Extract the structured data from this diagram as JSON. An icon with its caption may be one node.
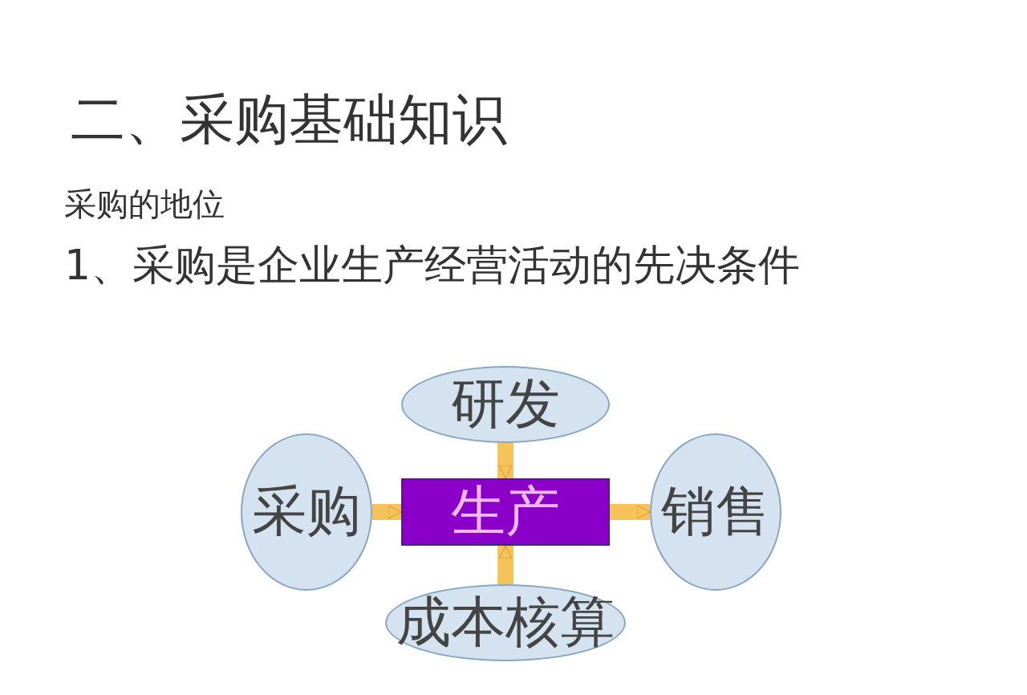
{
  "diagram": {
    "title": "二、采购基础知识",
    "nodes": [
      {
        "text": [
          "研发"
        ]
      },
      {
        "text": [
          "采购"
        ]
      },
      {
        "text": [
          "生产"
        ]
      },
      {
        "text": [
          "销售"
        ]
      },
      {
        "text": [
          "成本核算"
        ]
      }
    ],
    "edges": [
      {
        "from": 0,
        "to": 2,
        "arrow": "to"
      },
      {
        "from": 1,
        "to": 2,
        "arrow": "to"
      },
      {
        "from": 2,
        "to": 3,
        "arrow": "to"
      },
      {
        "from": 4,
        "to": 2,
        "arrow": "to"
      }
    ],
    "labels": [
      "采购的地位",
      "1、采购是企业生产经营活动的先决条件"
    ]
  }
}
